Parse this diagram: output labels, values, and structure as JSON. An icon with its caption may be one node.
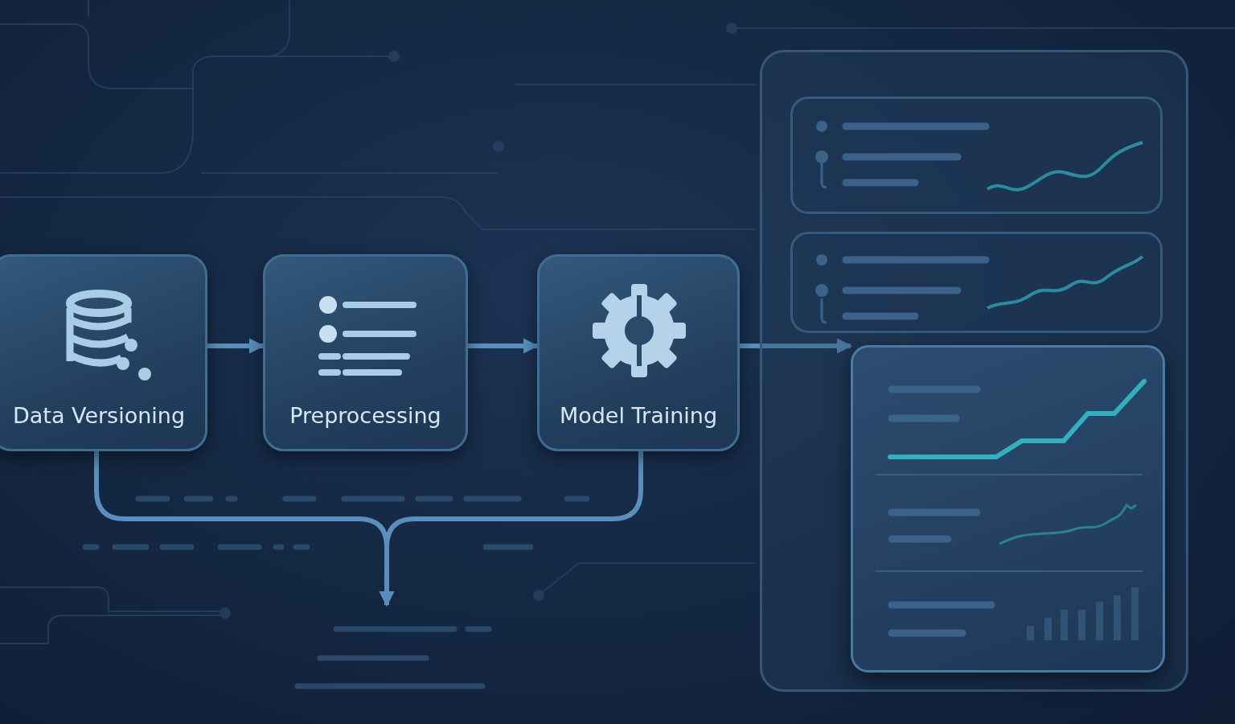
{
  "diagram": {
    "nodes": [
      {
        "text": [
          "Data Versioning"
        ]
      },
      {
        "text": [
          "Preprocessing"
        ]
      },
      {
        "text": [
          "Model Training"
        ]
      },
      {
        "text": [],
        "shape": "box"
      },
      {
        "text": [],
        "shape": "box",
        "in": 3
      },
      {
        "text": [],
        "shape": "box",
        "in": 3
      },
      {
        "text": [],
        "shape": "box",
        "in": 3
      }
    ],
    "edges": [
      {
        "from": 0,
        "to": 1,
        "arrow": "to"
      },
      {
        "from": 1,
        "to": 2,
        "arrow": "to"
      },
      {
        "from": 2,
        "to": 6,
        "arrow": "to"
      },
      {
        "from": 0,
        "to": null,
        "arrow": "to"
      },
      {
        "from": 2,
        "to": null,
        "arrow": "to"
      }
    ]
  }
}
